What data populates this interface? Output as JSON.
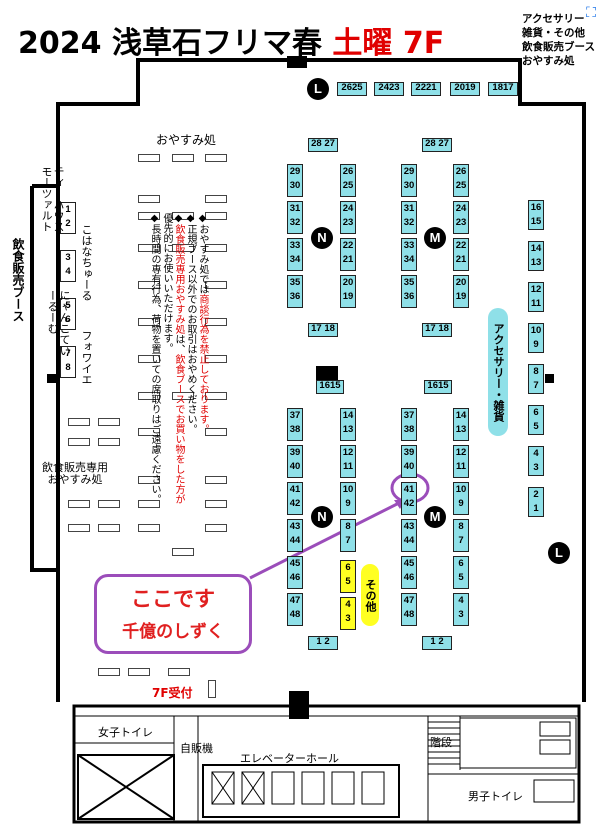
{
  "title": {
    "main": "2024 浅草石フリマ春",
    "day": "土曜 7F"
  },
  "legend_top_right": [
    "アクセサリー",
    "雑貨・その他",
    "飲食販売ブース",
    "おやすみ処"
  ],
  "corner_icon": "expand-icon",
  "labels": {
    "oyasumi": "おやすみ処",
    "food_booth": "飲食販売ブース",
    "food_rest": [
      "飲食販売専用",
      "おやすみ処"
    ],
    "accessory": "アクセサリー・雑貨",
    "other": "その他",
    "reception": "7F受付",
    "womens_toilet": "女子トイレ",
    "vending": "自販機",
    "elevator_hall": "エレベーターホール",
    "stairs": "階段",
    "mens_toilet": "男子トイレ"
  },
  "exhibitors": [
    {
      "name": "ティーハウスモーツァルト"
    },
    {
      "name": "こはなちゅーる"
    },
    {
      "name": "にゃんこていーるーむ"
    },
    {
      "name": "フォワイエ"
    }
  ],
  "notice": {
    "line1_pre": "◆おやすみ処では",
    "line1_red": "商談行為を禁止しております。",
    "line2": "◆正規ブース以外でのお取引はおやめください。",
    "line3_pre": "◆",
    "line3_red": "飲食販売専用おやすみ処",
    "line3_mid": "は、",
    "line3_red2": "飲食ブースでお買い物をした方が",
    "line3_post": "優先的にお使いいただけます。",
    "line4": "◆長時間の専有行為、荷物を置いての席取りはご遠慮ください。"
  },
  "callout": {
    "line1": "ここです",
    "line2": "千億のしずく",
    "target_booth": "41"
  },
  "markers": {
    "N": "N",
    "M": "M",
    "L": "L"
  },
  "booths": {
    "top_row": [
      "26",
      "25",
      "24",
      "23",
      "22",
      "21",
      "20",
      "19",
      "18",
      "17"
    ],
    "pair_2827": [
      "28",
      "27"
    ],
    "pair_1718": [
      "17",
      "18"
    ],
    "pair_1615": [
      "16",
      "15"
    ],
    "col_N_left": [
      "29",
      "30",
      "31",
      "32",
      "33",
      "34",
      "35",
      "36"
    ],
    "col_N_right": [
      "26",
      "25",
      "24",
      "23",
      "22",
      "21",
      "20",
      "19"
    ],
    "col_N2_left": [
      "37",
      "38",
      "39",
      "40",
      "41",
      "42",
      "43",
      "44",
      "45",
      "46",
      "47",
      "48"
    ],
    "col_N2_right": [
      "14",
      "13",
      "12",
      "11",
      "10",
      "9",
      "8",
      "7",
      "6",
      "5",
      "4",
      "3"
    ],
    "bottom_pair": [
      "1",
      "2"
    ],
    "right_wall": [
      "16",
      "15",
      "14",
      "13",
      "12",
      "11",
      "10",
      "9",
      "8",
      "7",
      "6",
      "5",
      "4",
      "3",
      "2",
      "1"
    ],
    "left_wall": [
      "1",
      "2",
      "3",
      "4",
      "5",
      "6",
      "7",
      "8"
    ]
  }
}
